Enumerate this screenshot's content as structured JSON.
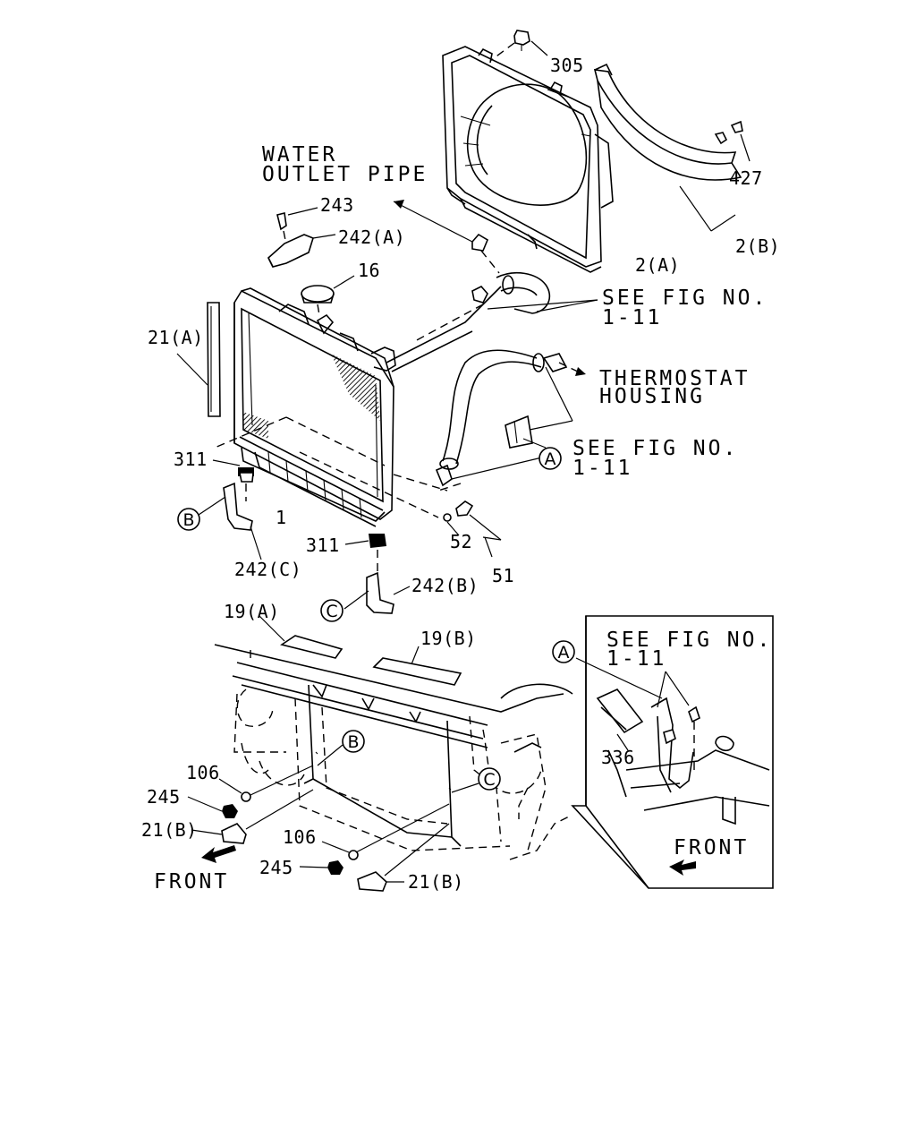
{
  "diagram": {
    "direction_labels": {
      "water_outlet_pipe": [
        "WATER",
        "OUTLET PIPE"
      ],
      "thermostat_housing": [
        "THERMOSTAT",
        "HOUSING"
      ],
      "front_main": "FRONT",
      "front_inset": "FRONT"
    },
    "references": {
      "see_fig_1": [
        "SEE FIG NO.",
        "1-11"
      ],
      "see_fig_2": [
        "SEE FIG NO.",
        "1-11"
      ],
      "see_fig_inset": [
        "SEE FIG NO.",
        "1-11"
      ]
    },
    "callouts": {
      "p305": "305",
      "p427": "427",
      "p2b": "2(B)",
      "p2a": "2(A)",
      "p243": "243",
      "p242a": "242(A)",
      "p16": "16",
      "p21a": "21(A)",
      "p311_top": "311",
      "p1": "1",
      "p242c": "242(C)",
      "p311_bot": "311",
      "p52": "52",
      "p51": "51",
      "p242b": "242(B)",
      "p19a": "19(A)",
      "p19b": "19(B)",
      "p106_a": "106",
      "p245_a": "245",
      "p21b_a": "21(B)",
      "p106_b": "106",
      "p245_b": "245",
      "p21b_b": "21(B)",
      "p336": "336"
    },
    "circle_refs": {
      "a_main": "A",
      "b_left": "B",
      "c_left": "C",
      "b_frame": "B",
      "c_frame": "C",
      "a_inset": "A"
    }
  }
}
